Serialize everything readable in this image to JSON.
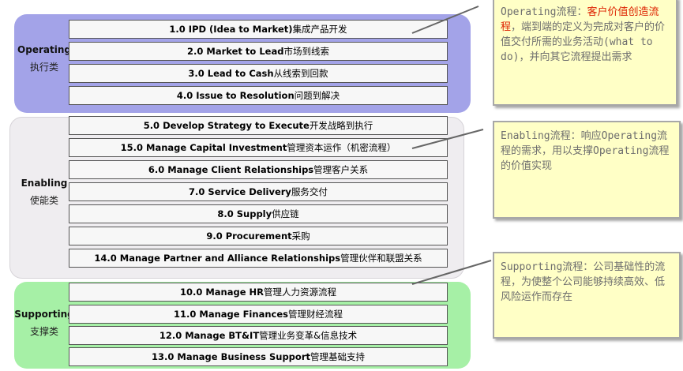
{
  "groups": {
    "operating": {
      "label_en": "Operating",
      "label_zh": "执行类"
    },
    "enabling": {
      "label_en": "Enabling",
      "label_zh": "使能类"
    },
    "supporting": {
      "label_en": "Supporting",
      "label_zh": "支撑类"
    }
  },
  "processes": {
    "operating": [
      {
        "en": "1.0 IPD (Idea to Market)",
        "zh": "集成产品开发"
      },
      {
        "en": "2.0 Market to Lead",
        "zh": "市场到线索"
      },
      {
        "en": "3.0 Lead to Cash",
        "zh": "从线索到回款"
      },
      {
        "en": "4.0 Issue to Resolution",
        "zh": "问题到解决"
      }
    ],
    "enabling": [
      {
        "en": "5.0 Develop Strategy to Execute",
        "zh": "开发战略到执行"
      },
      {
        "en": "15.0  Manage Capital Investment",
        "zh": "管理资本运作（机密流程）"
      },
      {
        "en": "6.0 Manage Client Relationships",
        "zh": "管理客户关系"
      },
      {
        "en": "7.0 Service Delivery",
        "zh": "服务交付"
      },
      {
        "en": "8.0 Supply",
        "zh": "供应链"
      },
      {
        "en": "9.0 Procurement",
        "zh": "采购"
      },
      {
        "en": "14.0  Manage Partner and Alliance Relationships",
        "zh": "管理伙伴和联盟关系"
      }
    ],
    "supporting": [
      {
        "en": "10.0 Manage HR",
        "zh": "管理人力资源流程"
      },
      {
        "en": "11.0 Manage Finances",
        "zh": "管理财经流程"
      },
      {
        "en": "12.0 Manage BT&IT",
        "zh": "管理业务变革&信息技术"
      },
      {
        "en": "13.0 Manage Business Support",
        "zh": "管理基础支持"
      }
    ]
  },
  "notes": {
    "operating": {
      "prefix": "Operating流程：",
      "highlight": "客户价值创造流程",
      "rest": "，端到端的定义为完成对客户的价值交付所需的业务活动(what to do)，并向其它流程提出需求"
    },
    "enabling": {
      "text": "Enabling流程：响应Operating流程的需求，用以支撑Operating流程的价值实现"
    },
    "supporting": {
      "text": "Supporting流程：公司基础性的流程，为使整个公司能够持续高效、低风险运作而存在"
    }
  },
  "colors": {
    "operating_bg": "#a3a3e8",
    "enabling_bg": "#efedf0",
    "supporting_bg": "#a6f0a6",
    "note_bg": "#ffffc6",
    "highlight": "#dd2200"
  }
}
